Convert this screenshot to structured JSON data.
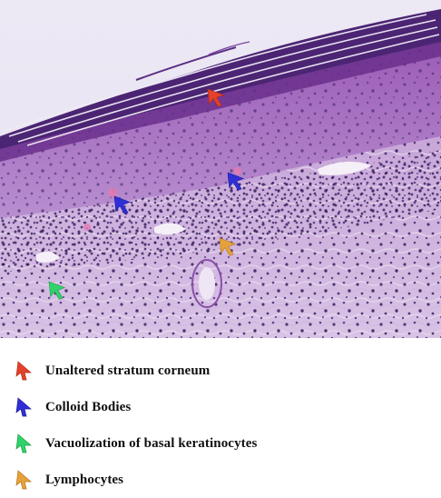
{
  "legend": {
    "items": [
      {
        "label": "Unaltered stratum corneum",
        "color": "#e4412a",
        "icon": "red-arrow-icon"
      },
      {
        "label": "Colloid Bodies",
        "color": "#2f2fd8",
        "icon": "blue-arrow-icon"
      },
      {
        "label": "Vacuolization of basal keratinocytes",
        "color": "#2fd36a",
        "icon": "green-arrow-icon"
      },
      {
        "label": "Lymphocytes",
        "color": "#e6a23a",
        "icon": "orange-arrow-icon"
      }
    ]
  }
}
